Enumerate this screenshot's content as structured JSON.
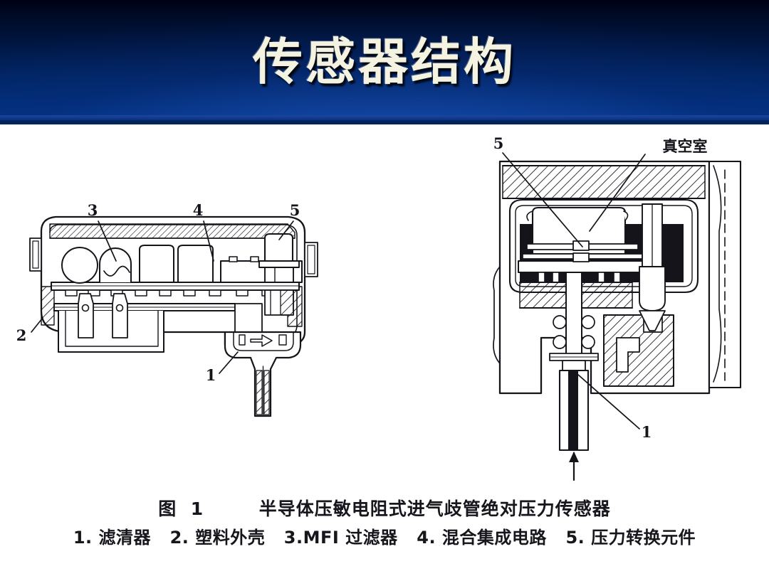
{
  "slide": {
    "title": "传感器结构",
    "background_color": "#ffffff",
    "banner": {
      "gradient_top_color": "#000014",
      "gradient_bottom_color": "#00337f",
      "accent_strip_color": "#1b48a0",
      "title_color": "#f4f3e2"
    }
  },
  "figure": {
    "left_diagram": {
      "name": "左视图剖面",
      "callouts": [
        {
          "id": "2",
          "label": "2"
        },
        {
          "id": "3",
          "label": "3"
        },
        {
          "id": "4",
          "label": "4"
        },
        {
          "id": "5",
          "label": "5"
        },
        {
          "id": "1",
          "label": "1"
        }
      ]
    },
    "right_diagram": {
      "name": "右视图剖面",
      "callouts": [
        {
          "id": "5",
          "label": "5"
        },
        {
          "id": "1",
          "label": "1"
        }
      ],
      "annotations": [
        {
          "id": "vacuum-chamber",
          "label": "真空室"
        }
      ]
    }
  },
  "caption": {
    "title": "图  1        半导体压敏电阻式进气歧管绝对压力传感器",
    "legend": "1. 滤清器   2. 塑料外壳   3.MFI 过滤器   4. 混合集成电路   5. 压力转换元件",
    "items": [
      {
        "number": "1",
        "text": "滤清器"
      },
      {
        "number": "2",
        "text": "塑料外壳"
      },
      {
        "number": "3",
        "text": "MFI 过滤器"
      },
      {
        "number": "4",
        "text": "混合集成电路"
      },
      {
        "number": "5",
        "text": "压力转换元件"
      }
    ]
  }
}
